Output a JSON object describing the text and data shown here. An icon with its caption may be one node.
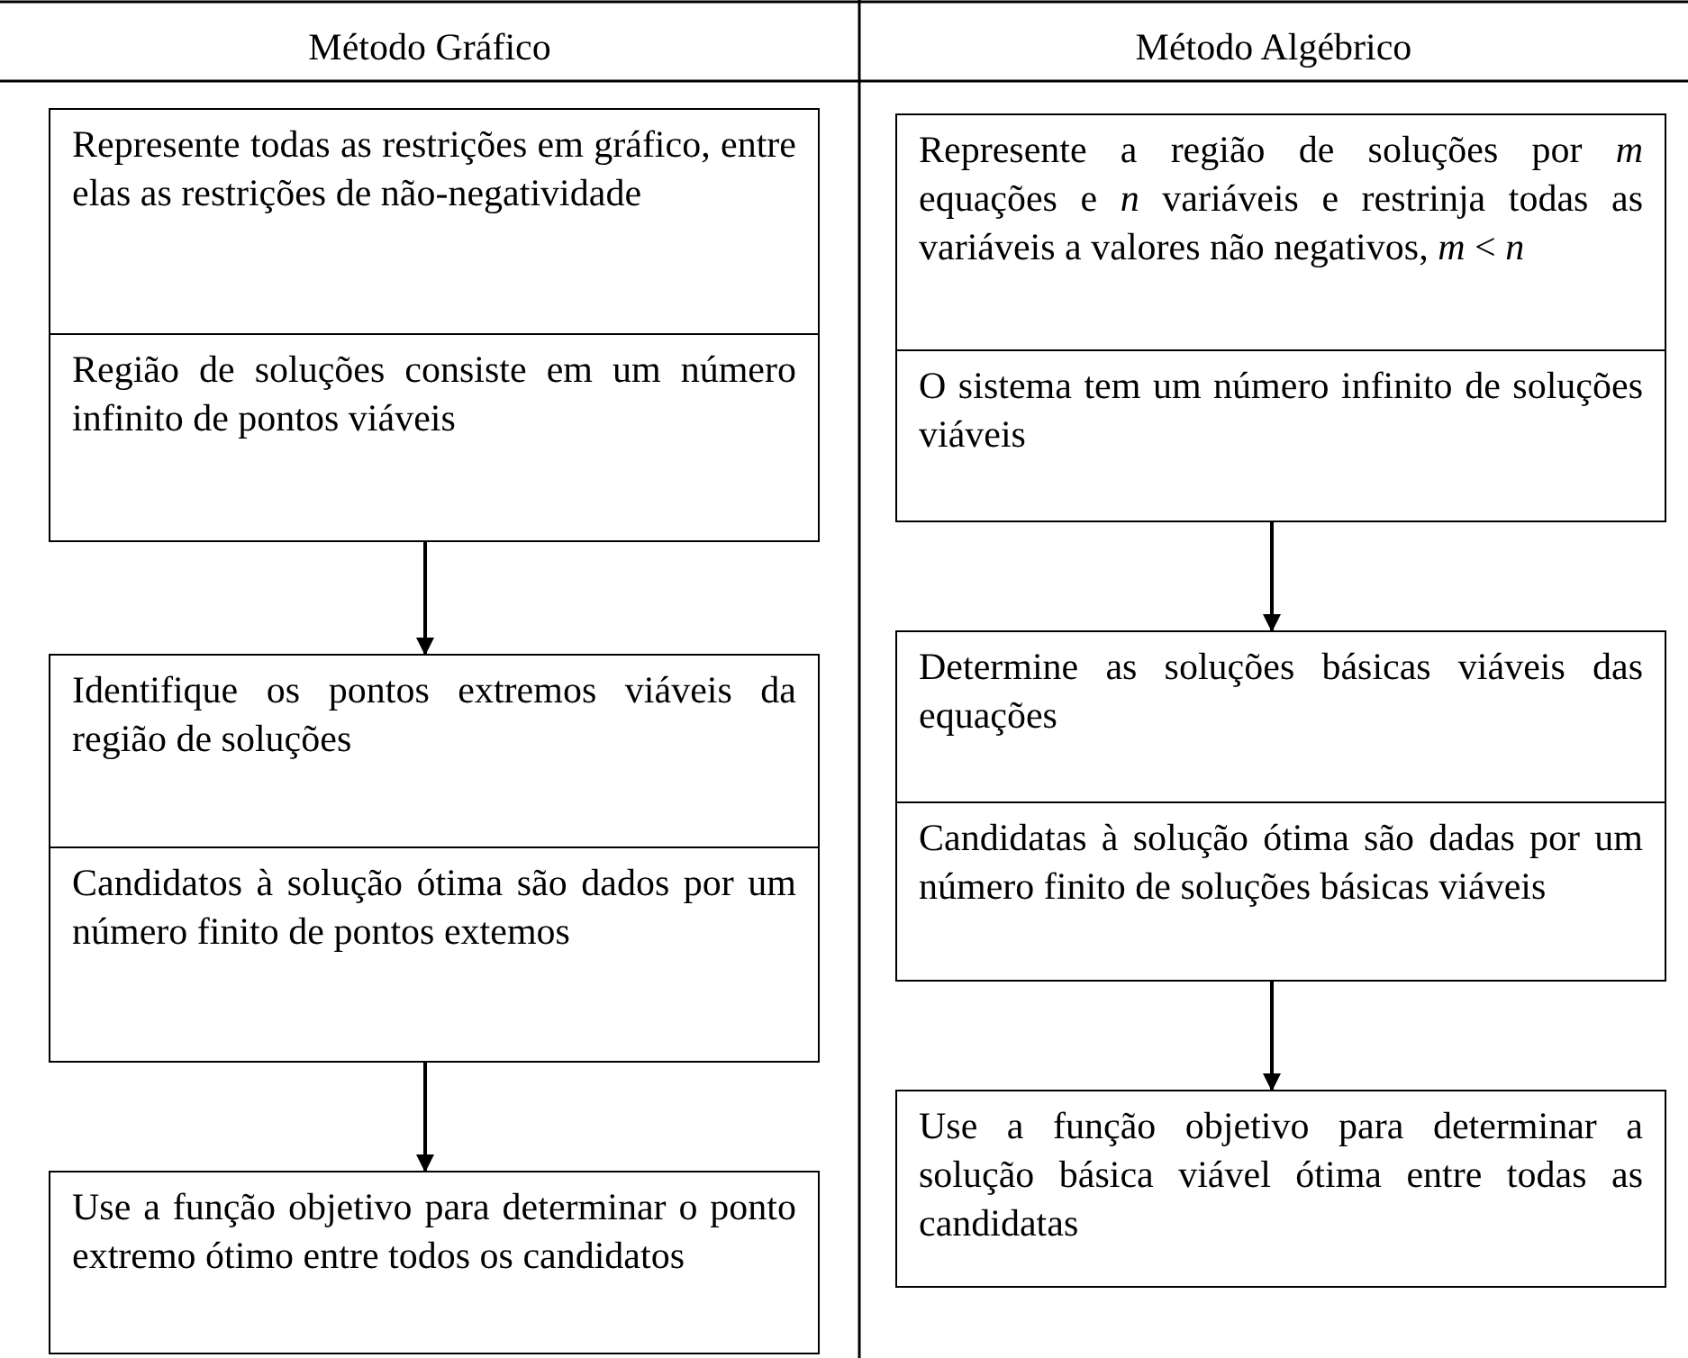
{
  "diagram": {
    "nodes": [
      {
        "text": [
          "Represente todas as restrições em gráfico, entre elas as restrições de não-negatividade"
        ]
      },
      {
        "text": [
          "Região de soluções consiste em um número infinito de pontos viáveis"
        ]
      },
      {
        "text": [
          "Identifique os pontos extremos viáveis da região de soluções"
        ]
      },
      {
        "text": [
          "Candidatos à solução ótima são dados por um número finito de pontos extemos"
        ]
      },
      {
        "text": [
          "Use a função objetivo para determinar o ponto extremo ótimo entre todos os candidatos"
        ]
      },
      {
        "text": [
          "Represente a região de soluções por *m* equações e *n* variáveis e restrinja todas as variáveis a valores não negativos, *m* < *n*"
        ]
      },
      {
        "text": [
          "O sistema tem um número infinito de soluções viáveis"
        ]
      },
      {
        "text": [
          "Determine as soluções básicas viáveis das equações"
        ]
      },
      {
        "text": [
          "Candidatas à solução ótima são dadas por um número finito de soluções básicas viáveis"
        ]
      },
      {
        "text": [
          "Use a função objetivo para determinar a solução básica viável ótima entre todas as candidatas"
        ]
      }
    ],
    "edges": [
      {
        "from": 1,
        "to": 2,
        "arrow": "to"
      },
      {
        "from": 3,
        "to": 4,
        "arrow": "to"
      },
      {
        "from": 6,
        "to": 7,
        "arrow": "to"
      },
      {
        "from": 8,
        "to": 9,
        "arrow": "to"
      }
    ],
    "labels": [
      "Método Gráfico",
      "Método Algébrico"
    ]
  }
}
